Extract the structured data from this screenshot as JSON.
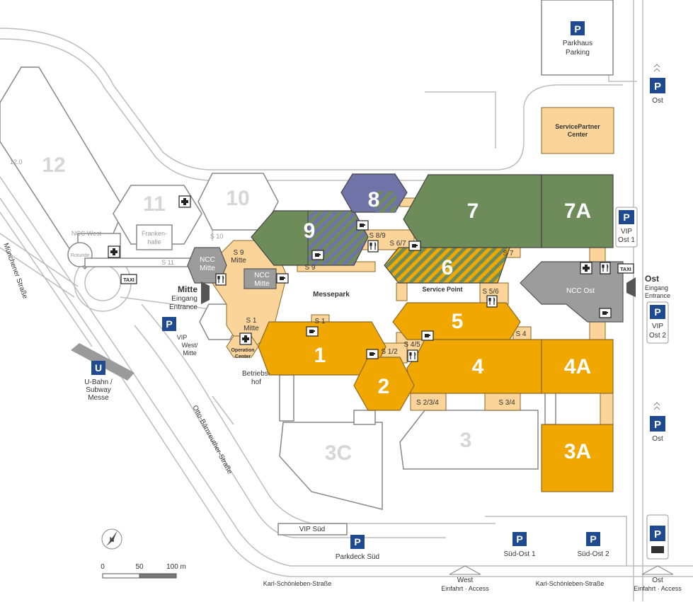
{
  "halls": {
    "h1": "1",
    "h2": "2",
    "h3": "3",
    "h3a": "3A",
    "h3c": "3C",
    "h4": "4",
    "h4a": "4A",
    "h5": "5",
    "h6": "6",
    "h7": "7",
    "h7a": "7A",
    "h8": "8",
    "h9": "9",
    "h10": "10",
    "h11": "11",
    "h12": "12"
  },
  "buildings": {
    "ncc_mitte": [
      "NCC",
      "Mitte"
    ],
    "ncc_mitte2": [
      "NCC",
      "Mitte"
    ],
    "ncc_ost": "NCC Ost",
    "ncc_west": "NCC West",
    "frankenhalle": [
      "Franken-",
      "halle"
    ],
    "rotunde": "Rotunde",
    "messepark": "Messepark",
    "service_point": "Service Point",
    "operation_center": [
      "Operation",
      "Center"
    ],
    "betriebshof": [
      "Betriebs-",
      "hof"
    ],
    "servicepartner": [
      "ServicePartner",
      "Center"
    ],
    "hall12_level": "12.0"
  },
  "passages": {
    "s9_mitte": [
      "S 9",
      "Mitte"
    ],
    "s1_mitte": [
      "S 1",
      "Mitte"
    ],
    "s9": "S 9",
    "s8_9": "S 8/9",
    "s6_7": "S 6/7",
    "s7": "S 7",
    "s5_6": "S 5/6",
    "s4": "S 4",
    "s4_5": "S 4/5",
    "s1_2": "S 1/2",
    "s1": "S 1",
    "s2_3_4": "S 2/3/4",
    "s3_4": "S 3/4",
    "s10": "S 10",
    "s11": "S 11"
  },
  "entrances": {
    "mitte": {
      "title": "Mitte",
      "line1": "Eingang",
      "line2": "Entrance"
    },
    "ost": {
      "title": "Ost",
      "line1": "Eingang",
      "line2": "Entrance"
    }
  },
  "parking": {
    "parkhaus": [
      "Parkhaus",
      "Parking"
    ],
    "ost_top": "Ost",
    "vip_ost1": [
      "VIP",
      "Ost 1"
    ],
    "vip_ost2": [
      "VIP",
      "Ost 2"
    ],
    "ost_mid": "Ost",
    "vip_west": [
      "VIP",
      "West/",
      "Mitte"
    ],
    "parkdeck_sued": "Parkdeck Süd",
    "sued_ost1": "Süd-Ost 1",
    "sued_ost2": "Süd-Ost 2",
    "vip_sued": "VIP Süd",
    "p_letter": "P"
  },
  "transit": {
    "ubahn_letter": "U",
    "ubahn": [
      "U-Bahn /",
      "Subway",
      "Messe"
    ],
    "taxi": "TAXI"
  },
  "streets": {
    "muenchener": "Münchener Straße",
    "otto": "Otto-Bärnreuther-Straße",
    "karl_left": "Karl-Schönleben-Straße",
    "karl_right": "Karl-Schönleben-Straße"
  },
  "access": {
    "west": [
      "West",
      "Einfahrt · Access"
    ],
    "ost": [
      "Ost",
      "Einfahrt · Access"
    ]
  },
  "scale": {
    "s0": "0",
    "s50": "50",
    "s100": "100 m"
  },
  "north": "N",
  "icons": [
    "first-aid-icon",
    "restaurant-icon",
    "cafe-icon",
    "parking-icon",
    "taxi-icon",
    "subway-icon",
    "bus-icon",
    "compass-icon",
    "parking-garage-icon",
    "entrance-arrow-icon"
  ],
  "colors": {
    "orange_halls": "#f0a800",
    "green_halls": "#6e8c5a",
    "blue_hall": "#6f73a8",
    "passage_sand": "#fbd49a",
    "ncc_grey": "#9c9c9c",
    "parking_blue": "#1f4a8f"
  }
}
